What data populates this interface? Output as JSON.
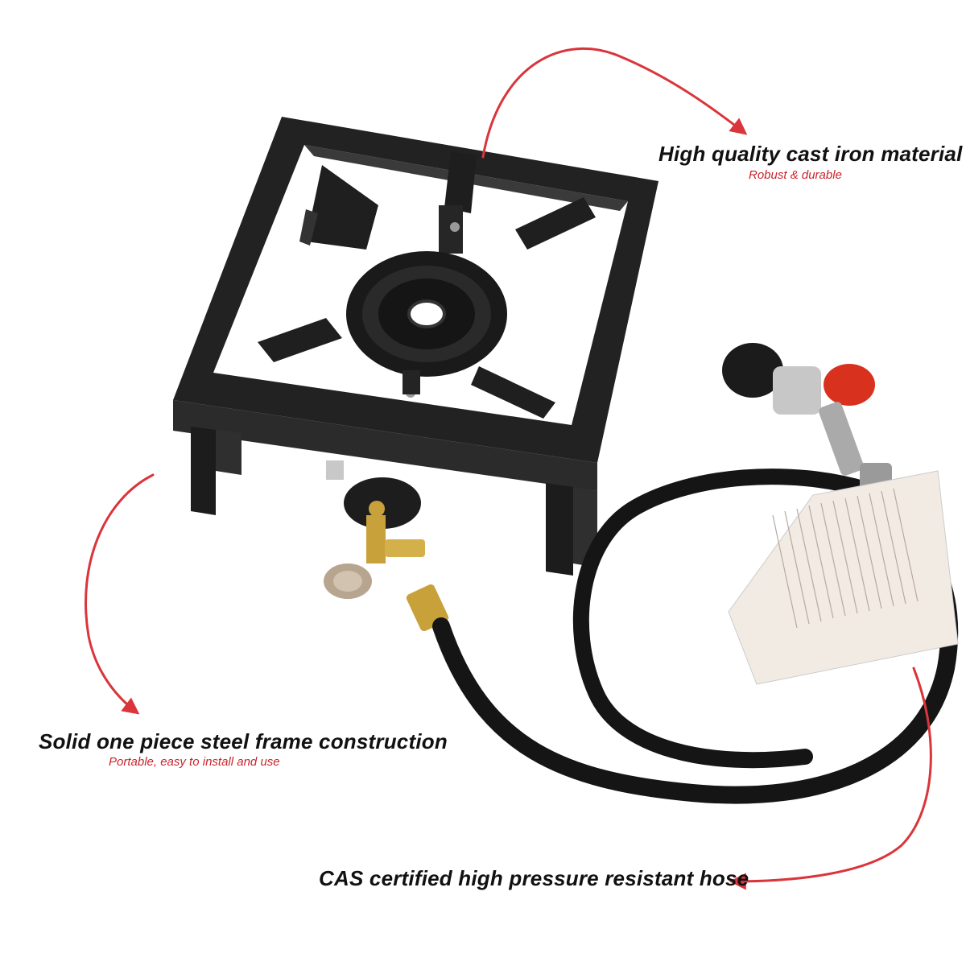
{
  "callouts": {
    "top": {
      "title": "High quality cast iron material",
      "subtitle": "Robust & durable"
    },
    "left": {
      "title": "Solid one piece steel frame construction",
      "subtitle": "Portable, easy to install and use"
    },
    "bottom": {
      "title": "CAS certified high pressure resistant hose"
    }
  },
  "colors": {
    "arrow": "#d9353b",
    "frame": "#1a1a1a",
    "regulator_cap": "#d8321f",
    "brass": "#c9a13b"
  }
}
